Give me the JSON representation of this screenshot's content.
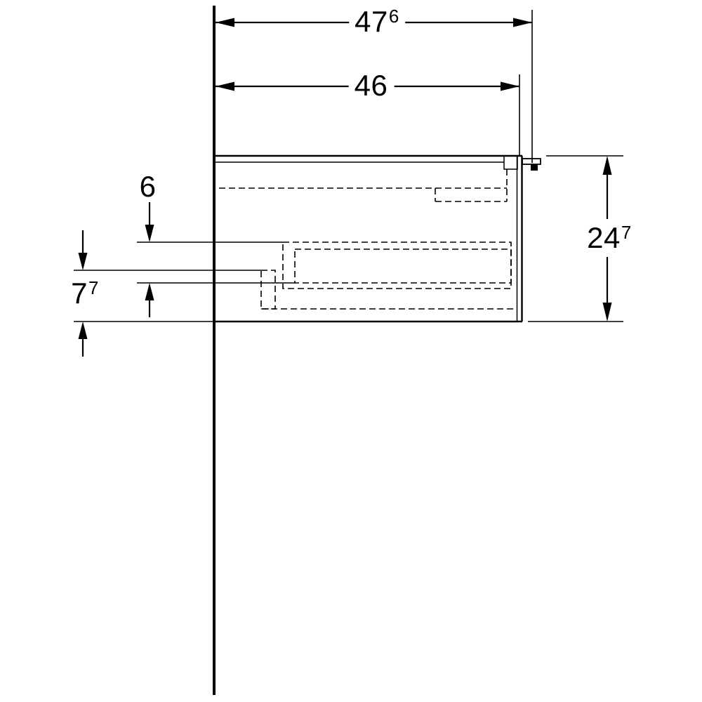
{
  "page": {
    "type": "technical-dimension-drawing",
    "colors": {
      "line_color": "#000000",
      "background": "#ffffff"
    }
  },
  "dimensions": {
    "overall_width": {
      "main": "47",
      "sup": "6"
    },
    "cabinet_width": {
      "main": "46",
      "sup": ""
    },
    "cabinet_height": {
      "main": "24",
      "sup": "7"
    },
    "top_inset": {
      "main": "6",
      "sup": ""
    },
    "bottom_inset": {
      "main": "7",
      "sup": "7"
    }
  }
}
